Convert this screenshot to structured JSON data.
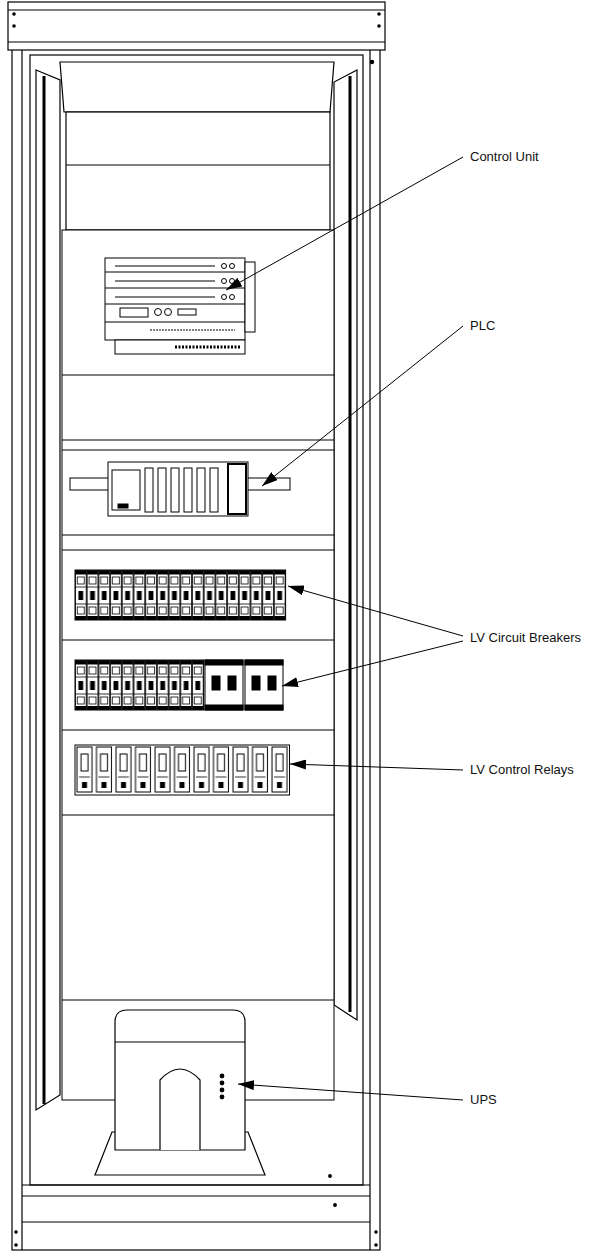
{
  "diagram": {
    "labels": [
      "Control Unit",
      "PLC",
      "LV Circuit Breakers",
      "LV Control Relays",
      "UPS"
    ]
  }
}
